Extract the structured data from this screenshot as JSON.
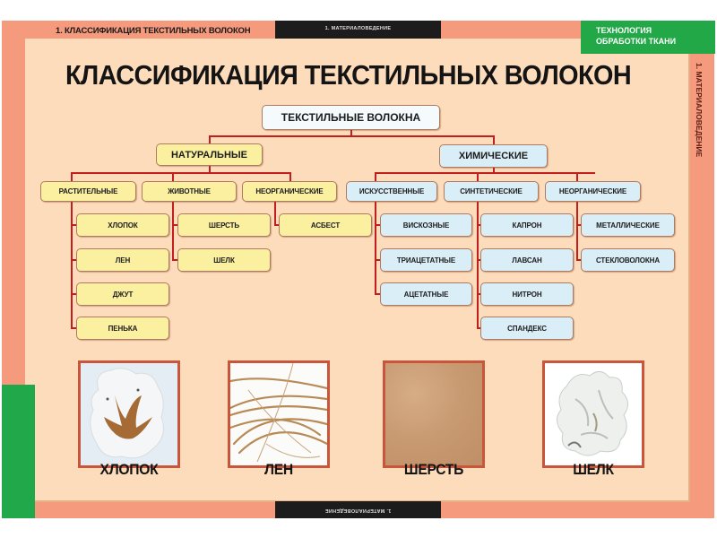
{
  "header": {
    "top_title": "1. КЛАССИФИКАЦИЯ ТЕКСТИЛЬНЫХ ВОЛОКОН",
    "section_tab": "1. МАТЕРИАЛОВЕДЕНИЕ",
    "series_badge_line1": "ТЕХНОЛОГИЯ",
    "series_badge_line2": "ОБРАБОТКИ ТКАНИ",
    "side_label": "1. МАТЕРИАЛОВЕДЕНИЕ",
    "bottom_tab": "1. МАТЕРИАЛОВЕДЕНИЕ"
  },
  "title": "КЛАССИФИКАЦИЯ ТЕКСТИЛЬНЫХ ВОЛОКОН",
  "colors": {
    "border": "#f59a7c",
    "panel": "#fddcbb",
    "accent_green": "#23a848",
    "connector": "#c21e1e",
    "natural_fill": "#fbf0a0",
    "chemical_fill": "#daeef8"
  },
  "tree": {
    "root": "ТЕКСТИЛЬНЫЕ ВОЛОКНА",
    "natural": {
      "label": "НАТУРАЛЬНЫЕ",
      "groups": [
        {
          "label": "РАСТИТЕЛЬНЫЕ",
          "items": [
            "ХЛОПОК",
            "ЛЕН",
            "ДЖУТ",
            "ПЕНЬКА"
          ]
        },
        {
          "label": "ЖИВОТНЫЕ",
          "items": [
            "ШЕРСТЬ",
            "ШЕЛК"
          ]
        },
        {
          "label": "НЕОРГАНИЧЕСКИЕ",
          "items": [
            "АСБЕСТ"
          ]
        }
      ]
    },
    "chemical": {
      "label": "ХИМИЧЕСКИЕ",
      "groups": [
        {
          "label": "ИСКУССТВЕННЫЕ",
          "items": [
            "ВИСКОЗНЫЕ",
            "ТРИАЦЕТАТНЫЕ",
            "АЦЕТАТНЫЕ"
          ]
        },
        {
          "label": "СИНТЕТИЧЕСКИЕ",
          "items": [
            "КАПРОН",
            "ЛАВСАН",
            "НИТРОН",
            "СПАНДЕКС"
          ]
        },
        {
          "label": "НЕОРГАНИЧЕСКИЕ",
          "items": [
            "МЕТАЛЛИЧЕСКИЕ",
            "СТЕКЛОВОЛОКНА"
          ]
        }
      ]
    }
  },
  "photos": [
    {
      "label": "ХЛОПОК",
      "icon": "cotton-boll-image"
    },
    {
      "label": "ЛЕН",
      "icon": "flax-fiber-image"
    },
    {
      "label": "ШЕРСТЬ",
      "icon": "wool-texture-image"
    },
    {
      "label": "ШЕЛК",
      "icon": "silk-cocoon-image"
    }
  ]
}
